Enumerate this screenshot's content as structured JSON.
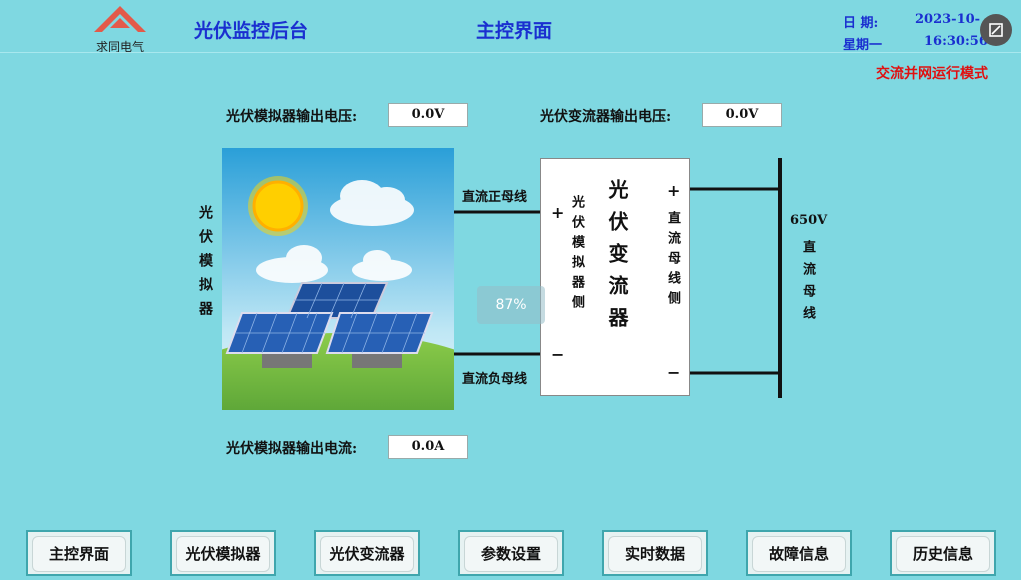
{
  "header": {
    "logo_text": "求同电气",
    "app_title": "光伏监控后台",
    "page_title": "主控界面",
    "date_label": "日 期:",
    "date_value": "2023-10-",
    "weekday_label": "星期一",
    "time_value": "16:30:56"
  },
  "mode_text": "交流并网运行模式",
  "simulator": {
    "voltage_label": "光伏模拟器输出电压:",
    "voltage_value": "0.0V",
    "current_label": "光伏模拟器输出电流:",
    "current_value": "0.0A",
    "side_label": "光伏模拟器"
  },
  "inverter": {
    "voltage_label": "光伏变流器输出电压:",
    "voltage_value": "0.0V",
    "title": "光伏变流器",
    "left_side": "光伏模拟器侧",
    "right_side": "直流母线侧",
    "plus": "+",
    "minus": "−"
  },
  "bus": {
    "dc_pos": "直流正母线",
    "dc_neg": "直流负母线",
    "voltage": "650V",
    "label": "直流母线"
  },
  "zoom_overlay": "87%",
  "nav_buttons": [
    "主控界面",
    "光伏模拟器",
    "光伏变流器",
    "参数设置",
    "实时数据",
    "故障信息",
    "历史信息"
  ]
}
